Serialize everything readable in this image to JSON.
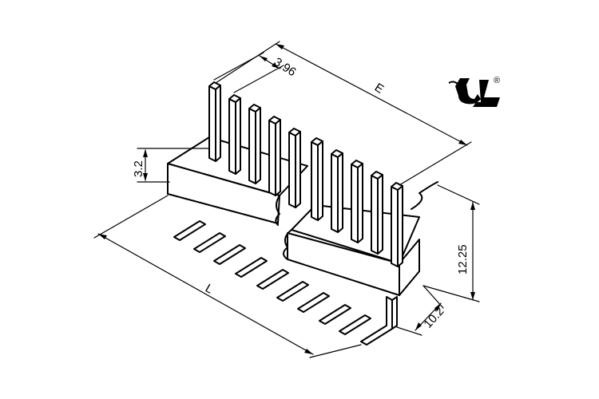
{
  "dimensions": {
    "pitch": "3.96",
    "length_e": "E",
    "length_l": "L",
    "height_above": "3.2",
    "height_total": "12.25",
    "depth": "10.2"
  },
  "marks": {
    "certification_symbol": "ul-logo",
    "registered": "®"
  }
}
